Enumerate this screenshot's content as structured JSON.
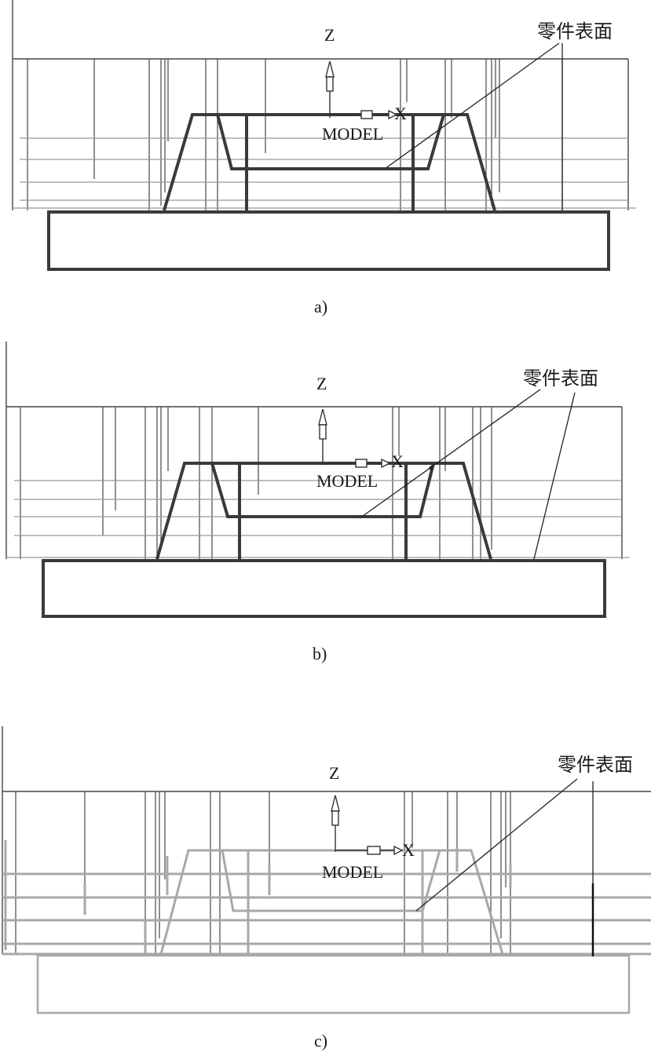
{
  "panels": [
    {
      "caption": "a)",
      "axis_z": "Z",
      "axis_x": "X",
      "model": "MODEL",
      "callout": "零件表面"
    },
    {
      "caption": "b)",
      "axis_z": "Z",
      "axis_x": "X",
      "model": "MODEL",
      "callout": "零件表面"
    },
    {
      "caption": "c)",
      "axis_z": "Z",
      "axis_x": "X",
      "model": "MODEL",
      "callout": "零件表面"
    }
  ],
  "colors": {
    "dark": "#3a3a3a",
    "mid": "#555555",
    "light": "#a8a8a8"
  }
}
